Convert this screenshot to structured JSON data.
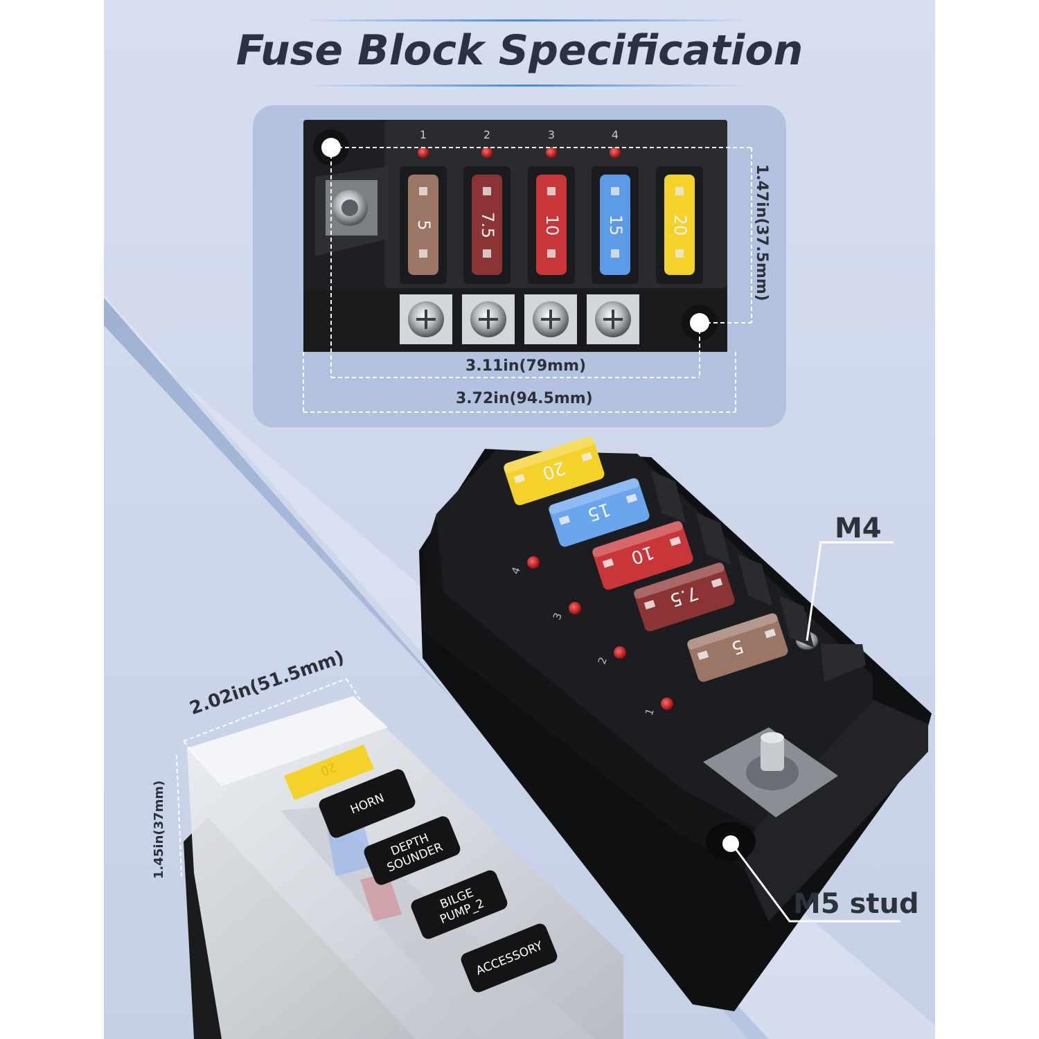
{
  "title": "Fuse Block Specification",
  "top_view": {
    "slot_numbers": [
      "1",
      "2",
      "3",
      "4"
    ],
    "fuses": [
      {
        "rating": "5",
        "color": "#9c7664"
      },
      {
        "rating": "7.5",
        "color": "#8c3434"
      },
      {
        "rating": "10",
        "color": "#c8363a"
      },
      {
        "rating": "15",
        "color": "#5d9be6"
      },
      {
        "rating": "20",
        "color": "#f4d22a"
      }
    ],
    "dim_height": "1.47in(37.5mm)",
    "dim_hole_spacing": "3.11in(79mm)",
    "dim_length": "3.72in(94.5mm)"
  },
  "cover_view": {
    "dim_width": "2.02in(51.5mm)",
    "dim_height": "1.45in(37mm)",
    "labels": [
      "HORN",
      "DEPTH SOUNDER",
      "BILGE PUMP_2",
      "ACCESSORY"
    ],
    "fuse_rating": "20"
  },
  "angled_view": {
    "fuses": [
      {
        "rating": "20",
        "color": "#f4d22a"
      },
      {
        "rating": "15",
        "color": "#6aa5ee"
      },
      {
        "rating": "10",
        "color": "#c8363a"
      },
      {
        "rating": "7.5",
        "color": "#8c3434"
      },
      {
        "rating": "5",
        "color": "#9c7664"
      }
    ],
    "slot_numbers": [
      "4",
      "3",
      "2",
      "1"
    ],
    "callout_m4": "M4",
    "callout_m5": "M5 stud"
  }
}
